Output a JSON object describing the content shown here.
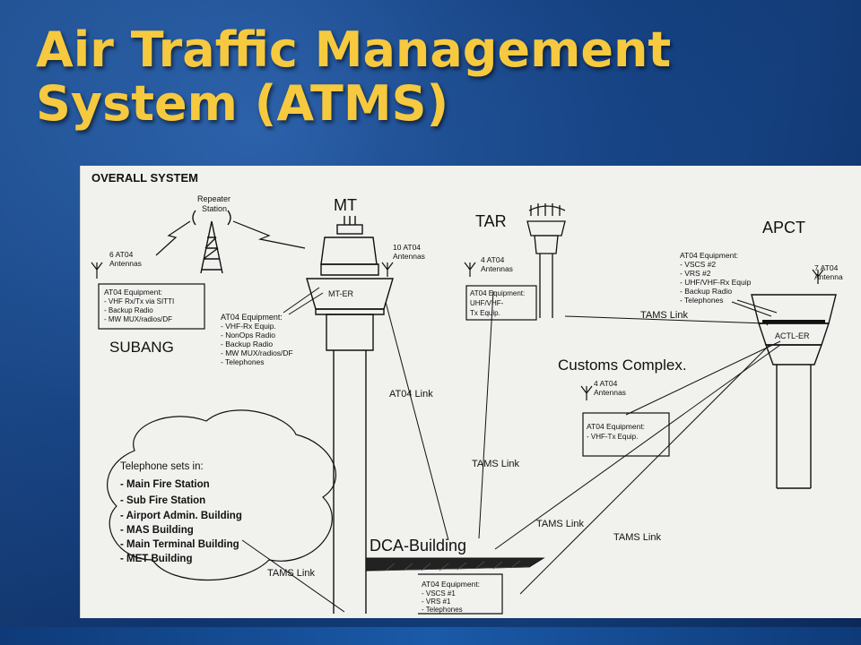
{
  "title": "Air Traffic Management System (ATMS)",
  "diagram": {
    "heading": "OVERALL SYSTEM",
    "repeater": [
      "Repeater",
      "Station"
    ],
    "subang": {
      "antennas": [
        "6 AT04",
        "Antennas"
      ],
      "equipment": [
        "AT04 Equipment:",
        "- VHF Rx/Tx via SITTI",
        "- Backup Radio",
        "- MW MUX/radios/DF"
      ],
      "label": "SUBANG"
    },
    "mt": {
      "label": "MT",
      "er_label": "MT-ER",
      "antennas": [
        "10 AT04",
        "Antennas"
      ],
      "equipment": [
        "AT04 Equipment:",
        "- VHF-Rx Equip.",
        "- NonOps Radio",
        "- Backup Radio",
        "- MW MUX/radios/DF",
        "- Telephones"
      ]
    },
    "tar": {
      "label": "TAR",
      "antennas": [
        "4 AT04",
        "Antennas"
      ],
      "equipment": [
        "AT04 Equipment:",
        "UHF/VHF-",
        "Tx Equip."
      ]
    },
    "apct": {
      "label": "APCT",
      "er_label": "ACTL-ER",
      "antennas": [
        "7 AT04",
        "Antenna"
      ],
      "equipment": [
        "AT04 Equipment:",
        "- VSCS #2",
        "- VRS #2",
        "- UHF/VHF-Rx Equip",
        "- Backup Radio",
        "- Telephones"
      ]
    },
    "customs": {
      "label": "Customs Complex.",
      "antennas": [
        "4 AT04",
        "Antennas"
      ],
      "equipment": [
        "AT04 Equipment:",
        "- VHF-Tx Equip."
      ]
    },
    "dca": {
      "label": "DCA-Building",
      "equipment": [
        "AT04 Equipment:",
        "- VSCS #1",
        "- VRS #1",
        "- Telephones"
      ]
    },
    "telephone": {
      "heading": "Telephone sets in:",
      "items": [
        "- Main Fire Station",
        "- Sub Fire Station",
        "- Airport Admin. Building",
        "- MAS Building",
        "- Main Terminal Building",
        "- MET Building"
      ]
    },
    "links": {
      "at04": "AT04 Link",
      "tams_apct": "TAMS Link",
      "tams_tar": "TAMS Link",
      "tams_customs": "TAMS Link",
      "tams_apct_dca": "TAMS Link",
      "tams_phone": "TAMS Link"
    }
  }
}
